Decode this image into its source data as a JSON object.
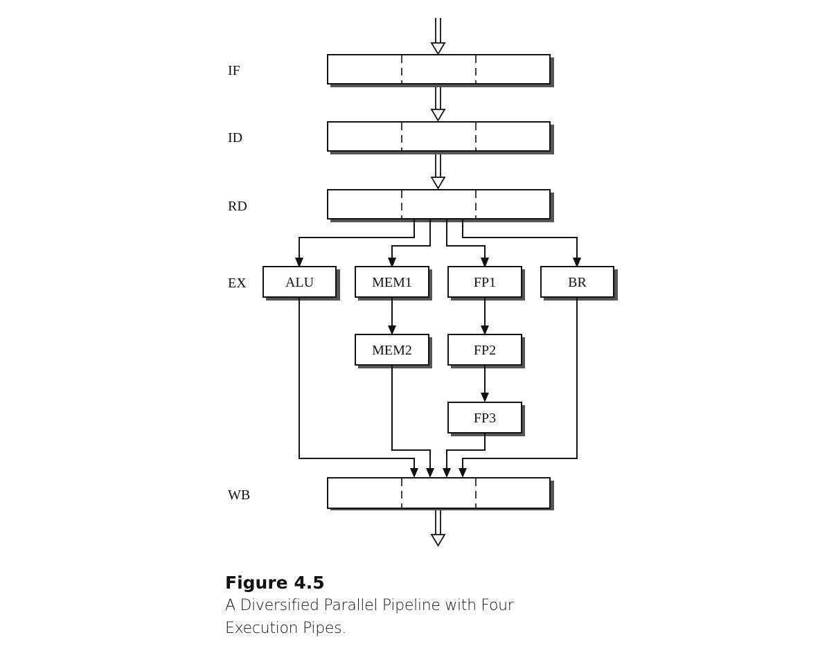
{
  "diagram": {
    "stages": [
      {
        "id": "IF",
        "label": "IF",
        "kind": "latch",
        "slots": 3
      },
      {
        "id": "ID",
        "label": "ID",
        "kind": "latch",
        "slots": 3
      },
      {
        "id": "RD",
        "label": "RD",
        "kind": "latch",
        "slots": 3
      },
      {
        "id": "EX",
        "label": "EX",
        "kind": "units"
      },
      {
        "id": "WB",
        "label": "WB",
        "kind": "latch",
        "slots": 3
      }
    ],
    "pipes": [
      {
        "name": "ALU",
        "units": [
          "ALU"
        ]
      },
      {
        "name": "MEM",
        "units": [
          "MEM1",
          "MEM2"
        ]
      },
      {
        "name": "FP",
        "units": [
          "FP1",
          "FP2",
          "FP3"
        ]
      },
      {
        "name": "BR",
        "units": [
          "BR"
        ]
      }
    ],
    "edges": [
      {
        "from": "input",
        "to": "IF",
        "style": "hollow"
      },
      {
        "from": "IF",
        "to": "ID",
        "style": "hollow"
      },
      {
        "from": "ID",
        "to": "RD",
        "style": "hollow"
      },
      {
        "from": "RD",
        "to": "ALU",
        "style": "solid"
      },
      {
        "from": "RD",
        "to": "MEM1",
        "style": "solid"
      },
      {
        "from": "RD",
        "to": "FP1",
        "style": "solid"
      },
      {
        "from": "RD",
        "to": "BR",
        "style": "solid"
      },
      {
        "from": "MEM1",
        "to": "MEM2",
        "style": "solid"
      },
      {
        "from": "FP1",
        "to": "FP2",
        "style": "solid"
      },
      {
        "from": "FP2",
        "to": "FP3",
        "style": "solid"
      },
      {
        "from": "ALU",
        "to": "WB",
        "style": "solid"
      },
      {
        "from": "MEM2",
        "to": "WB",
        "style": "solid"
      },
      {
        "from": "FP3",
        "to": "WB",
        "style": "solid"
      },
      {
        "from": "BR",
        "to": "WB",
        "style": "solid"
      },
      {
        "from": "WB",
        "to": "output",
        "style": "hollow"
      }
    ]
  },
  "caption": {
    "title": "Figure 4.5",
    "text": "A Diversified Parallel Pipeline with Four Execution Pipes."
  }
}
